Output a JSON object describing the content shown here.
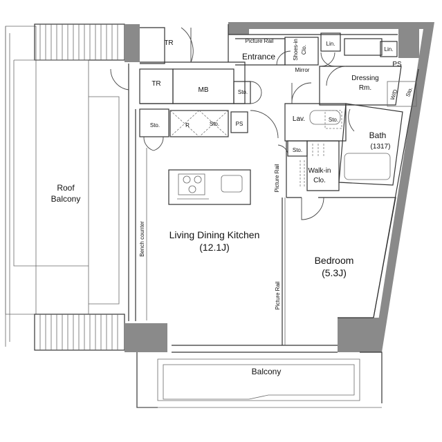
{
  "labels": {
    "roof_balcony_1": "Roof",
    "roof_balcony_2": "Balcony",
    "tr_top": "TR",
    "tr_mid": "TR",
    "mb": "MB",
    "sto_door": "Sto.",
    "sto_kitchen": "Sto.",
    "r_mark": "R",
    "sto_kitchen_right": "Sto.",
    "ps_kitchen": "PS",
    "picture_rail_top": "Picture Rail",
    "entrance": "Entrance",
    "shoes_in_1": "Shoes-in",
    "shoes_in_2": "Clo.",
    "mirror": "Mirror",
    "lin_1": "Lin.",
    "lin_2": "Lin.",
    "ps_right": "PS",
    "dressing_1": "Dressing",
    "dressing_2": "Rm.",
    "wd": "W/D",
    "sto_laundry": "Sto.",
    "lav": "Lav.",
    "sto_lav": "Sto.",
    "bath_1": "Bath",
    "bath_2": "(1317)",
    "sto_walkin": "Sto.",
    "walkin_1": "Walk-in",
    "walkin_2": "Clo.",
    "picture_rail_left": "Picture Rail",
    "bench_counter": "Bench counter",
    "ldk_1": "Living Dining Kitchen",
    "ldk_2": "(12.1J)",
    "bedroom_1": "Bedroom",
    "bedroom_2": "(5.3J)",
    "picture_rail_bed": "Picture Rail",
    "balcony": "Balcony"
  }
}
